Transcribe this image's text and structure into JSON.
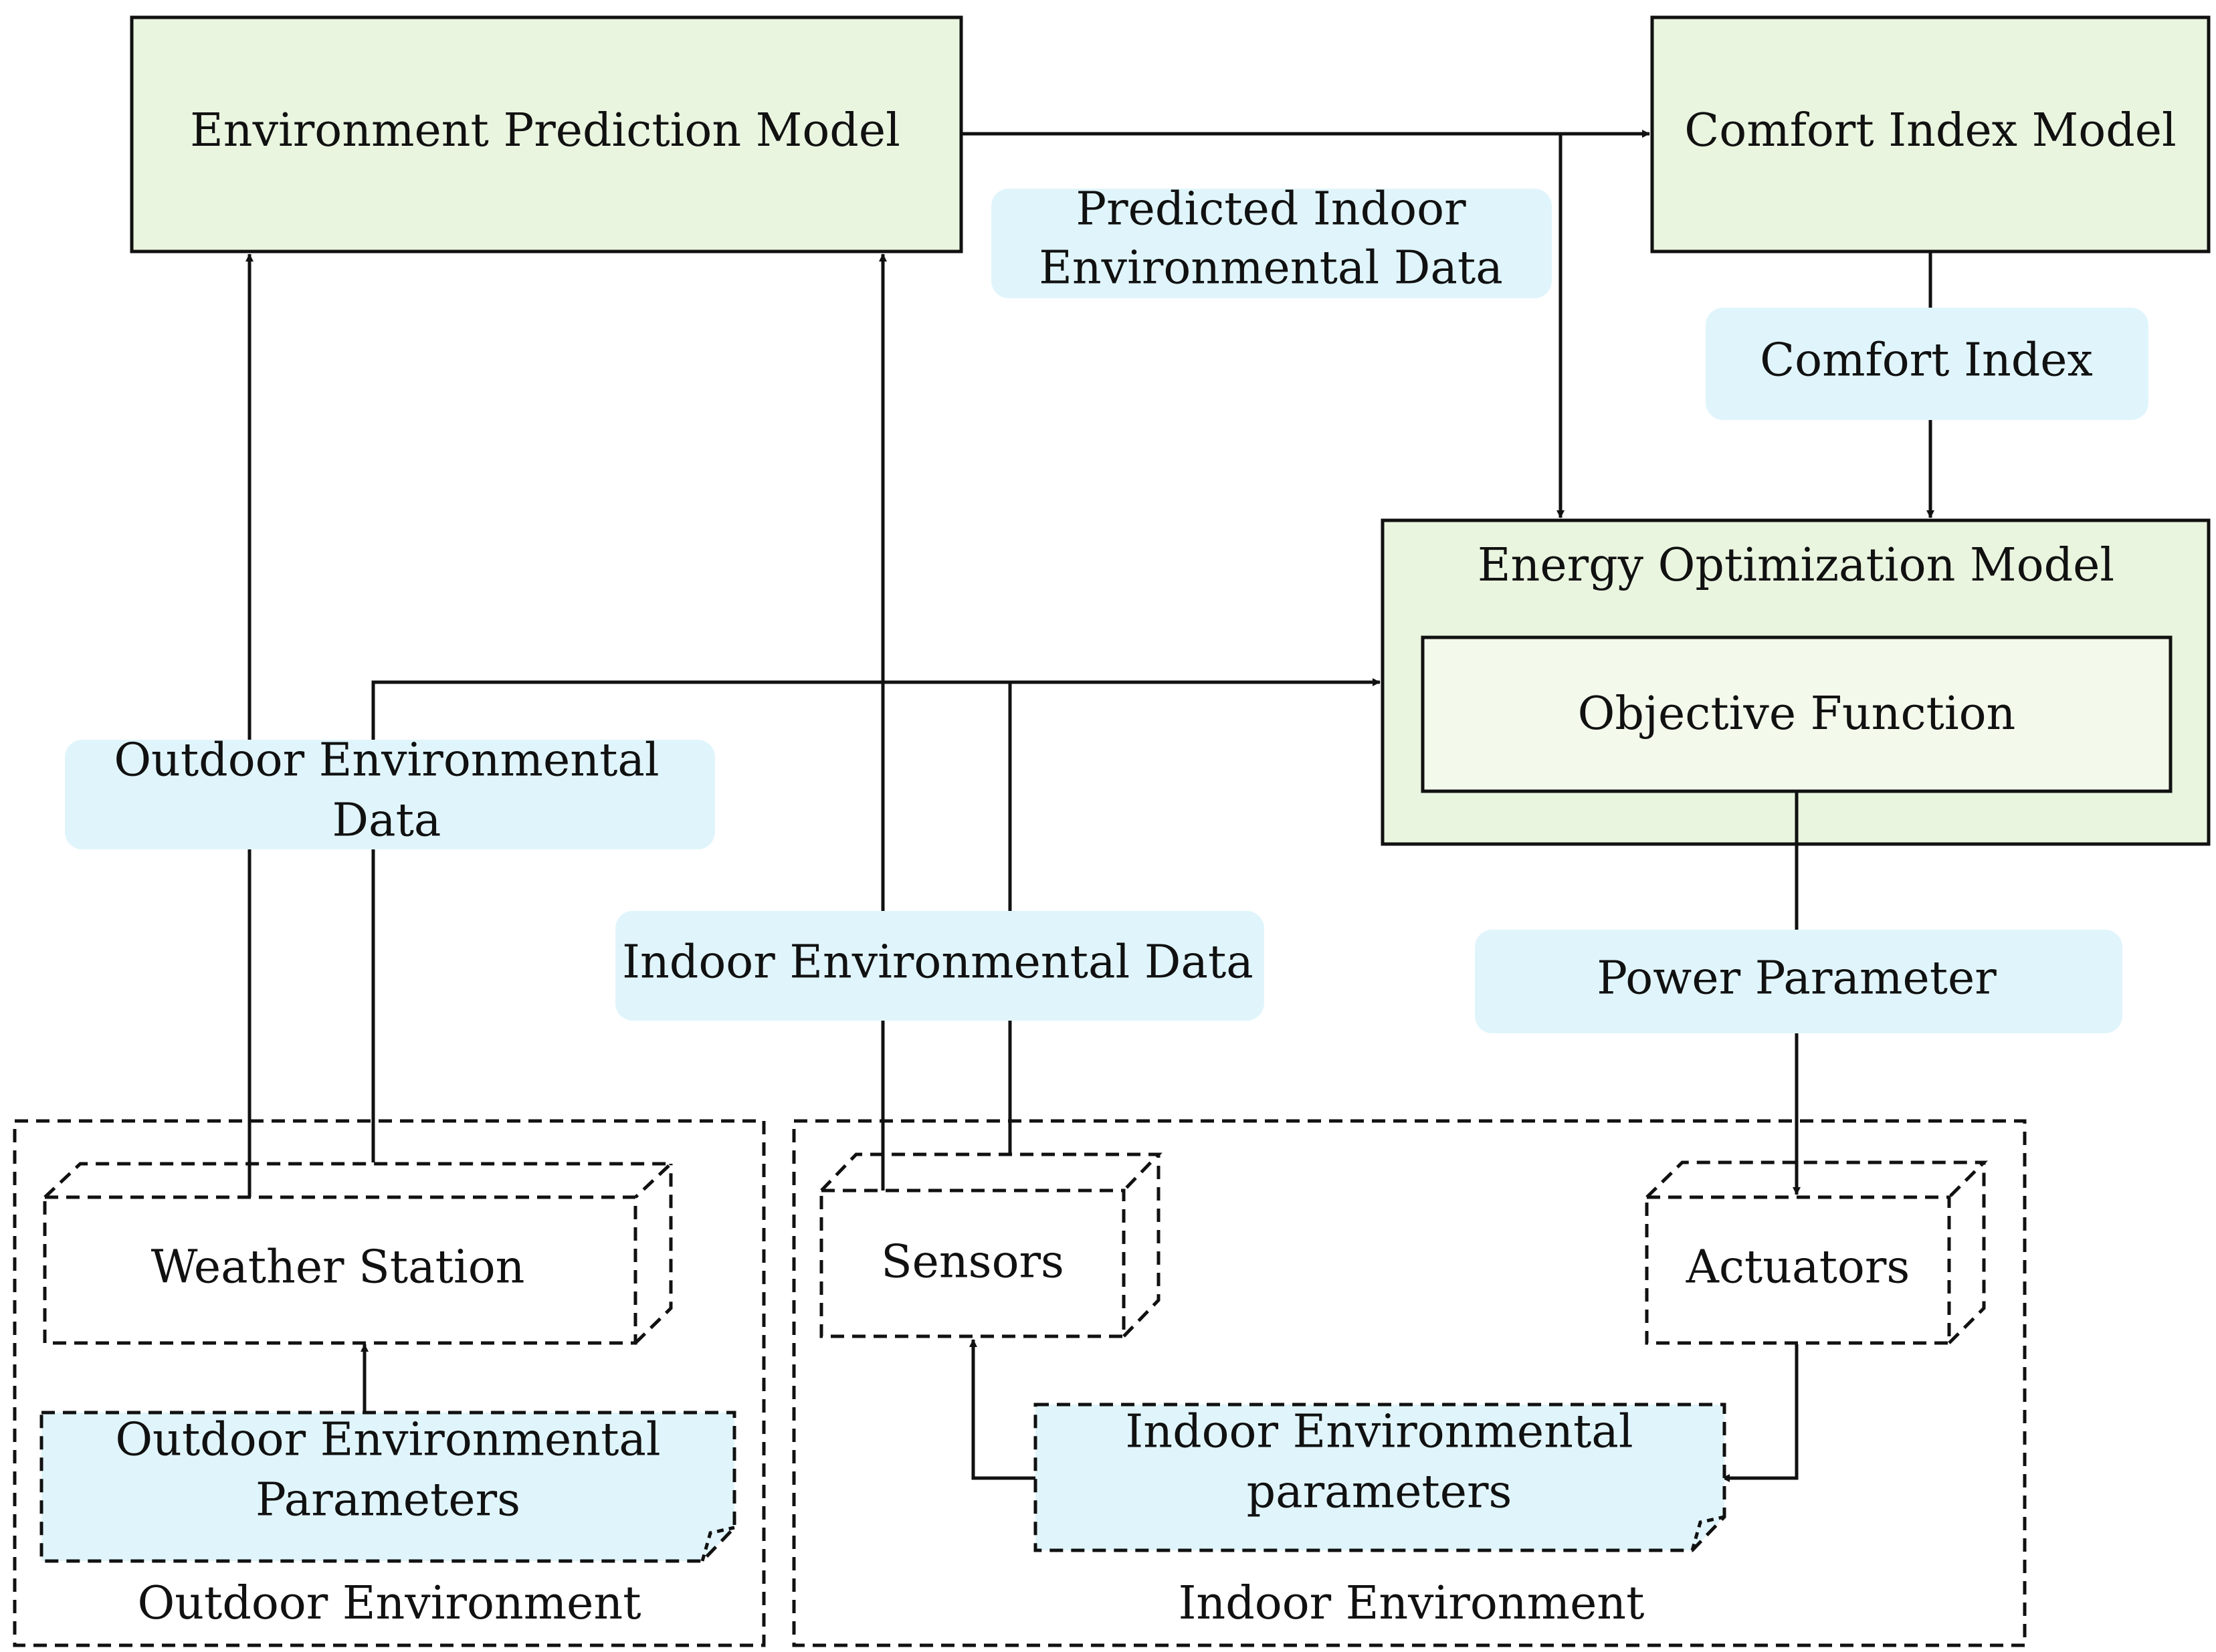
{
  "colors": {
    "model_fill": "#eaf5e0",
    "inner_fill": "#f3faec",
    "label_fill": "#e0f5fb",
    "stroke": "#111111"
  },
  "models": {
    "environment_prediction": "Environment Prediction Model",
    "comfort_index": "Comfort Index Model",
    "energy_optimization": "Energy Optimization Model",
    "objective_function": "Objective Function"
  },
  "flows": {
    "predicted_indoor": [
      "Predicted Indoor",
      "Environmental Data"
    ],
    "comfort_index": "Comfort Index",
    "outdoor_data": [
      "Outdoor Environmental",
      "Data"
    ],
    "indoor_data": "Indoor Environmental Data",
    "power_parameter": "Power Parameter"
  },
  "devices": {
    "weather_station": "Weather Station",
    "sensors": "Sensors",
    "actuators": "Actuators"
  },
  "parameters": {
    "outdoor": [
      "Outdoor Environmental",
      "Parameters"
    ],
    "indoor": [
      "Indoor Environmental",
      "parameters"
    ]
  },
  "environments": {
    "outdoor": "Outdoor Environment",
    "indoor": "Indoor Environment"
  }
}
